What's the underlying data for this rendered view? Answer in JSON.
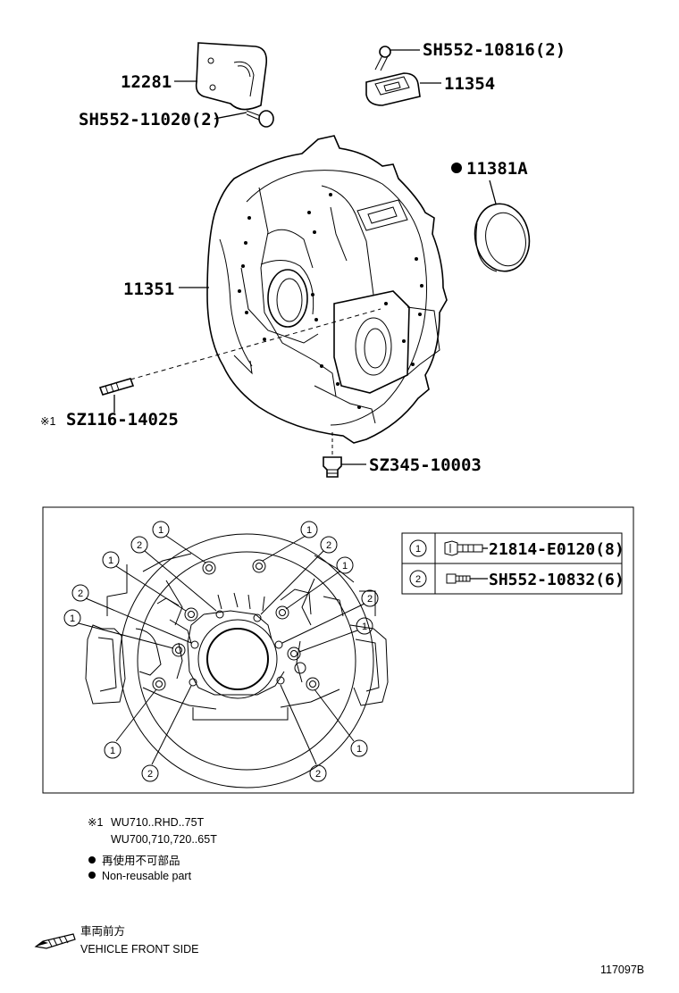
{
  "callouts": {
    "bracket": "12281",
    "bracket_bolt": "SH552-11020(2)",
    "cover_bolt": "SH552-10816(2)",
    "cover": "11354",
    "oil_seal": "11381A",
    "housing": "11351",
    "stud": "SZ116-14025",
    "stud_mark": "※1",
    "plug": "SZ345-10003"
  },
  "bolt_legend": [
    {
      "marker": "1",
      "part": "21814-E0120(8)"
    },
    {
      "marker": "2",
      "part": "SH552-10832(6)"
    }
  ],
  "markers": {
    "one": "1",
    "two": "2"
  },
  "notes": {
    "applicability_mark": "※1",
    "applicability_line1": "WU710..RHD..75T",
    "applicability_line2": "WU700,710,720..65T",
    "nonreusable_jp": "再使用不可部品",
    "nonreusable_en": "Non-reusable part",
    "front_jp": "車両前方",
    "front_en": "VEHICLE FRONT SIDE"
  },
  "diagram_code": "117097B"
}
